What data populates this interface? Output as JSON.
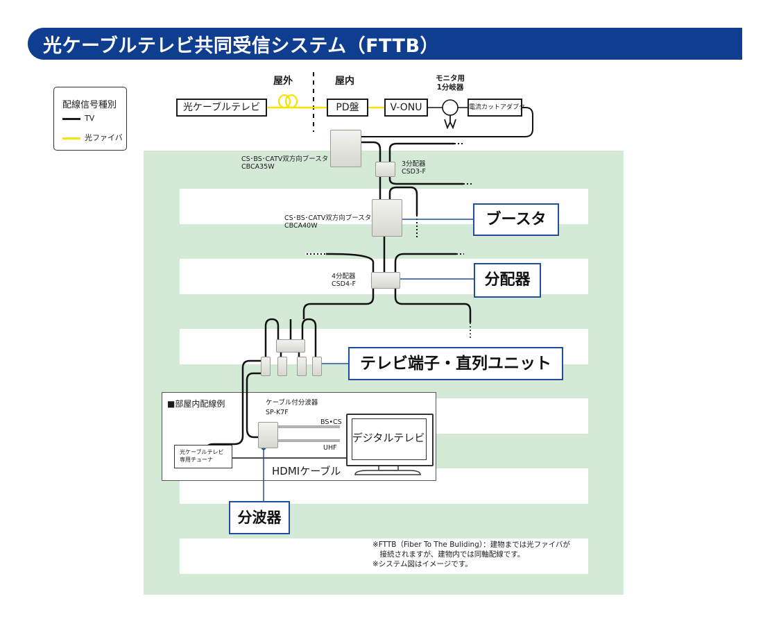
{
  "title": "光ケーブルテレビ共同受信システム（FTTB）",
  "colors": {
    "banner": "#0f3d8f",
    "building": "#d4e9d6",
    "callout_border": "#1f4e9e",
    "tv_line": "#1a1a1a",
    "fiber_line": "#f5e400"
  },
  "legend": {
    "title": "配線信号種別",
    "items": [
      {
        "label": "TV",
        "color": "#1a1a1a"
      },
      {
        "label": "光ファイバ",
        "color": "#f5e400"
      }
    ]
  },
  "zones": {
    "outdoor": "屋外",
    "indoor": "屋内"
  },
  "chain": {
    "catv": "光ケーブルテレビ",
    "pd": "PD盤",
    "vonu": "V-ONU",
    "monitor_splitter": "モニタ用\n1分岐器",
    "current_cut": "電流カットアダプタ"
  },
  "devices": {
    "booster1_name": "CS･BS･CATV双方向ブースタ",
    "booster1_model": "CBCA35W",
    "splitter3_name": "3分配器",
    "splitter3_model": "CSD3-F",
    "booster2_name": "CS･BS･CATV双方向ブースタ",
    "booster2_model": "CBCA40W",
    "splitter4_name": "4分配器",
    "splitter4_model": "CSD4-F"
  },
  "callouts": {
    "booster": "ブースタ",
    "splitter": "分配器",
    "outlet": "テレビ端子・直列ユニット",
    "diplexer": "分波器"
  },
  "room": {
    "title": "■部屋内配線例",
    "diplexer_name": "ケーブル付分波器",
    "diplexer_model": "SP-K7F",
    "bscs": "BS•CS",
    "uhf": "UHF",
    "tuner_line1": "光ケーブルテレビ",
    "tuner_line2": "専用チューナ",
    "hdmi": "HDMIケーブル",
    "tv": "デジタルテレビ"
  },
  "footnotes": [
    "※FTTB（Fiber To The Buliding）：建物までは光ファイバが",
    "　接続されますが、建物内では同軸配線です。",
    "※システム図はイメージです。"
  ]
}
